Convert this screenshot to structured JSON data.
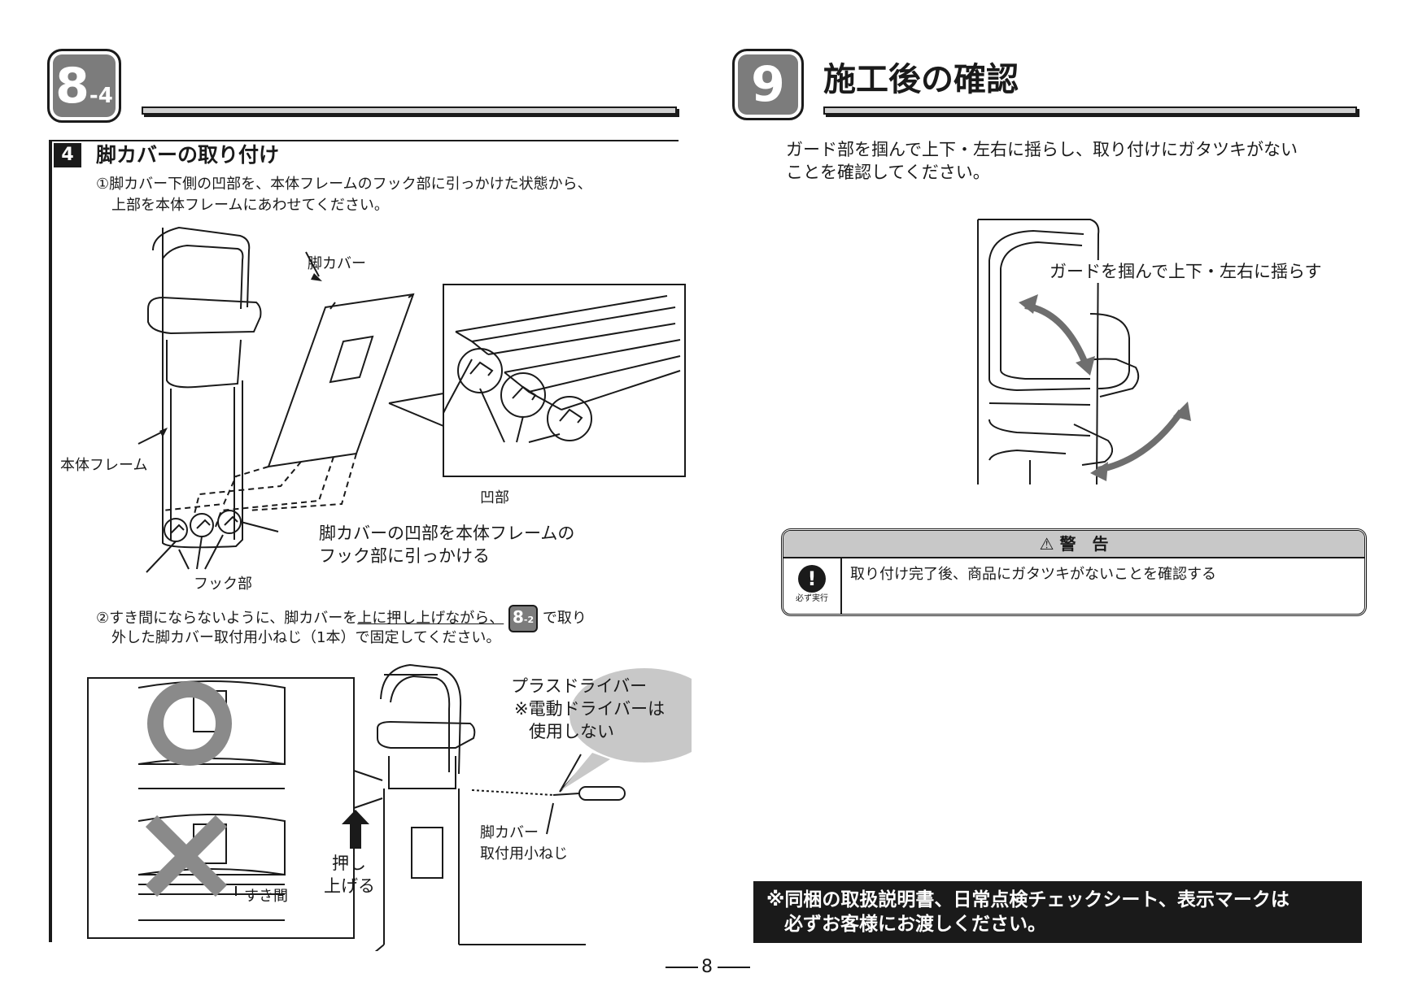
{
  "left": {
    "section_badge_main": "8",
    "section_badge_sub": "-4",
    "step_number": "4",
    "step_title": "脚カバーの取り付け",
    "instruction1_line1": "①脚カバー下側の凹部を、本体フレームのフック部に引っかけた状態から、",
    "instruction1_line2": "上部を本体フレームにあわせてください。",
    "label_leg_cover": "脚カバー",
    "label_body_frame": "本体フレーム",
    "label_recess": "凹部",
    "label_hook_part": "フック部",
    "callout_line1": "脚カバーの凹部を本体フレームの",
    "callout_line2": "フック部に引っかける",
    "instruction2_line1_a": "②すき間にならないように、脚カバーを",
    "instruction2_line1_b": "上に押し上げながら、",
    "instruction2_line1_c": "で取り",
    "instruction2_ref_main": "8",
    "instruction2_ref_sub": "-2",
    "instruction2_line2": "外した脚カバー取付用小ねじ（1本）で固定してください。",
    "balloon_line1": "プラスドライバー",
    "balloon_line2": "※電動ドライバーは",
    "balloon_line3": "使用しない",
    "label_screw_line1": "脚カバー",
    "label_screw_line2": "取付用小ねじ",
    "label_push_line1": "押し",
    "label_push_line2": "上げる",
    "label_gap": "すき間"
  },
  "right": {
    "section_badge": "9",
    "section_title": "施工後の確認",
    "intro_line1": "ガード部を掴んで上下・左右に揺らし、取り付けにガタツキがない",
    "intro_line2": "ことを確認してください。",
    "figure_caption": "ガードを掴んで上下・左右に揺らす",
    "warning_header": "警　告",
    "warning_icon_label": "必ず実行",
    "warning_text": "取り付け完了後、商品にガタツキがないことを確認する",
    "notice_line1": "※同梱の取扱説明書、日常点検チェックシート、表示マークは",
    "notice_line2": "必ずお客様にお渡しください。"
  },
  "page_number": "8"
}
